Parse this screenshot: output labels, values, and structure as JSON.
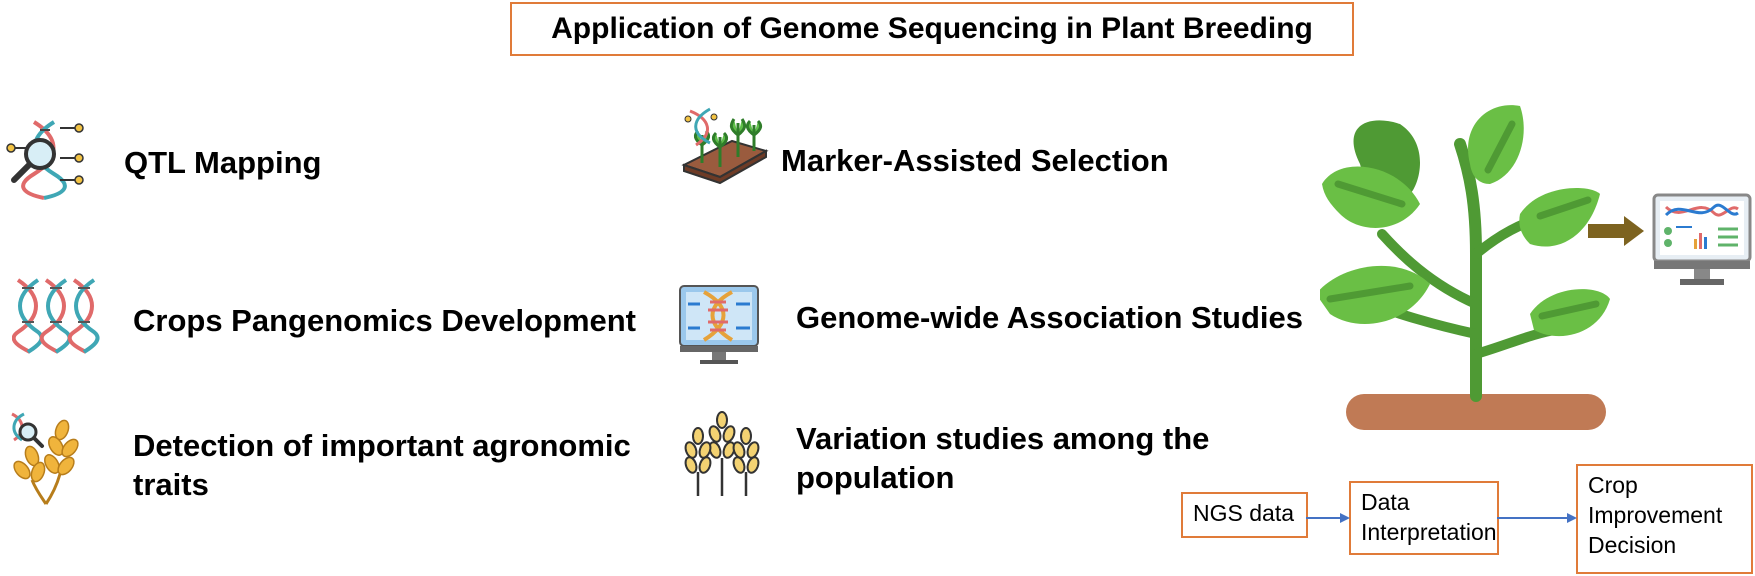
{
  "title": "Application of Genome Sequencing in Plant Breeding",
  "applications": [
    {
      "label": "QTL Mapping",
      "icon": "dna-magnifier-icon"
    },
    {
      "label": "Marker-Assisted Selection",
      "icon": "dna-seedling-tray-icon"
    },
    {
      "label": "Crops Pangenomics Development",
      "icon": "dna-strands-icon"
    },
    {
      "label": "Genome-wide Association Studies",
      "icon": "dna-monitor-icon"
    },
    {
      "label": "Detection of important agronomic traits",
      "icon": "wheat-dna-icon"
    },
    {
      "label": "Variation studies among the population",
      "icon": "wheat-ears-icon"
    }
  ],
  "flow": {
    "steps": [
      "NGS data",
      "Data Interpretation",
      "Crop Improvement Decision"
    ]
  },
  "colors": {
    "box_border": "#e07b39",
    "flow_arrow": "#4472c4",
    "plant_green": "#5da83e",
    "leaf_green": "#6abf45",
    "soil_brown": "#c07a55",
    "arrow_brown": "#7d6320"
  }
}
